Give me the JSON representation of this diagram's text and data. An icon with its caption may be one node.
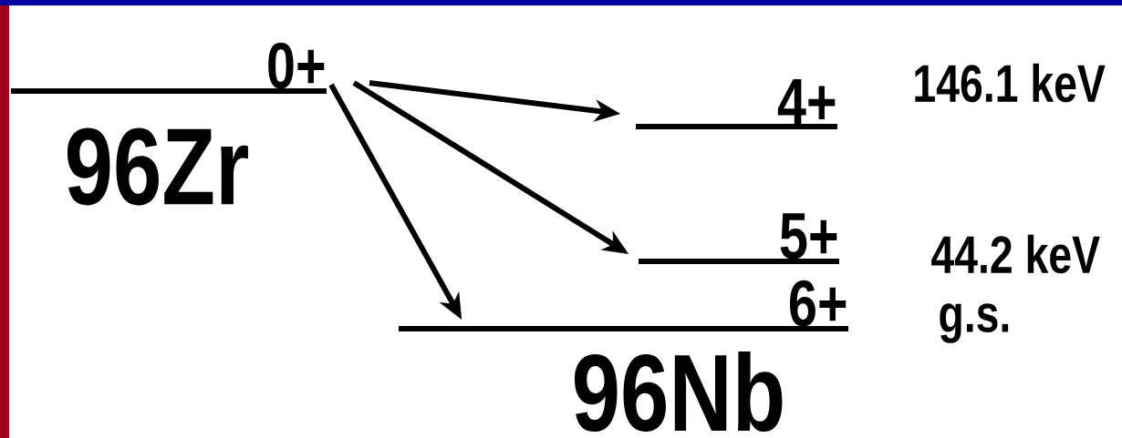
{
  "diagram": {
    "nodes": [
      {
        "text": [
          "0+"
        ]
      },
      {
        "text": [
          "4+"
        ],
        "beside": [
          "146.1 keV"
        ]
      },
      {
        "text": [
          "5+"
        ],
        "beside": [
          "44.2 keV"
        ]
      },
      {
        "text": [
          "6+"
        ],
        "beside": [
          "g.s."
        ]
      }
    ],
    "edges": [
      {
        "from": 0,
        "to": 1,
        "arrow": "to"
      },
      {
        "from": 0,
        "to": 2,
        "arrow": "to"
      },
      {
        "from": 0,
        "to": 3,
        "arrow": "to"
      }
    ],
    "labels": [
      "96Zr",
      "96Nb"
    ]
  }
}
